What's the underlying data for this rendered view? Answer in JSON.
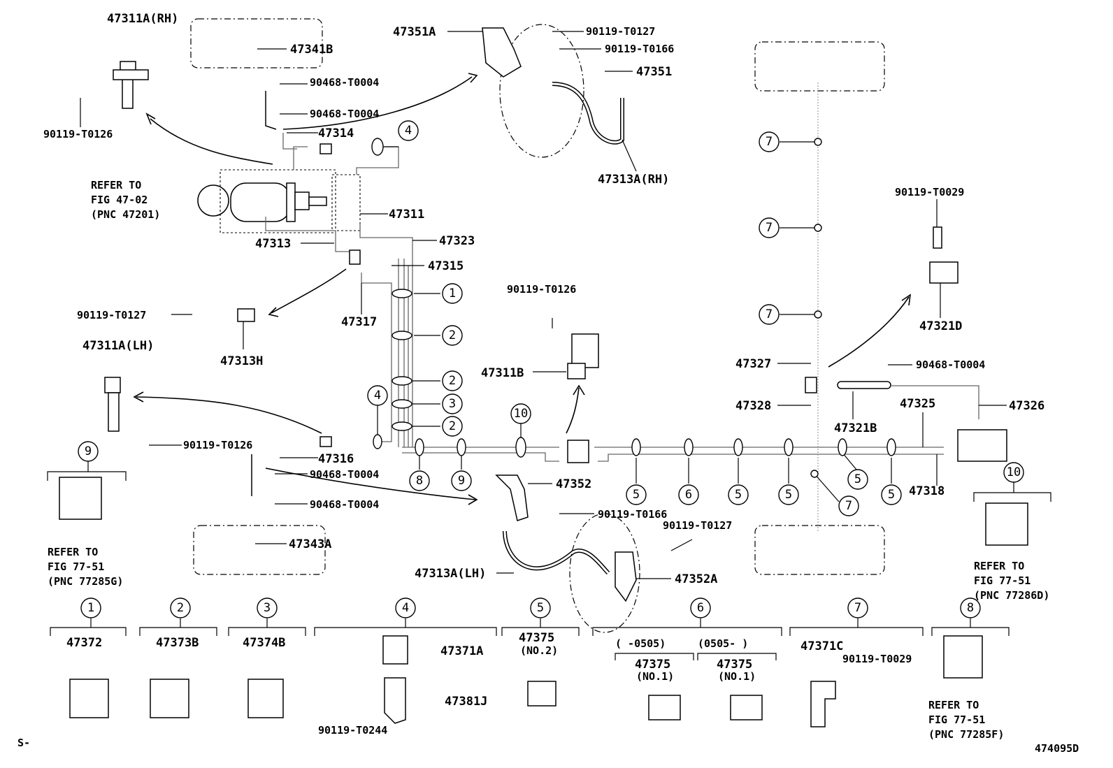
{
  "labels": {
    "l_47311a_rh": "47311A(RH)",
    "l_47341b": "47341B",
    "l_90468_1": "90468-T0004",
    "l_90468_2": "90468-T0004",
    "l_47314": "47314",
    "l_90119_t0126_a": "90119-T0126",
    "l_47351a": "47351A",
    "l_90119_t0127_a": "90119-T0127",
    "l_90119_t0166_a": "90119-T0166",
    "l_47351": "47351",
    "l_47313a_rh": "47313A(RH)",
    "l_47311": "47311",
    "l_47323": "47323",
    "l_47313": "47313",
    "l_47315": "47315",
    "l_47317": "47317",
    "l_90119_t0127_b": "90119-T0127",
    "l_47313h": "47313H",
    "l_47311a_lh": "47311A(LH)",
    "l_90119_t0126_b": "90119-T0126",
    "l_47316": "47316",
    "l_90468_3": "90468-T0004",
    "l_90468_4": "90468-T0004",
    "l_47343a": "47343A",
    "l_90119_t0126_c": "90119-T0126",
    "l_47311b": "47311B",
    "l_47352": "47352",
    "l_90119_t0166_b": "90119-T0166",
    "l_90119_t0127_c": "90119-T0127",
    "l_47313a_lh": "47313A(LH)",
    "l_47352a": "47352A",
    "l_90119_t0029_a": "90119-T0029",
    "l_47321d": "47321D",
    "l_47327": "47327",
    "l_90468_5": "90468-T0004",
    "l_47328": "47328",
    "l_47321b": "47321B",
    "l_47325": "47325",
    "l_47326": "47326",
    "l_47318": "47318",
    "l_47372": "47372",
    "l_47373b": "47373B",
    "l_47374b": "47374B",
    "l_47371a": "47371A",
    "l_47381j": "47381J",
    "l_90119_t0244": "90119-T0244",
    "l_47375_no2": "47375",
    "l_no2": "(NO.2)",
    "l_range_a": "(   -0505)",
    "l_range_b": "(0505-    )",
    "l_47375_a": "47375",
    "l_no1_a": "(NO.1)",
    "l_47375_b": "47375",
    "l_no1_b": "(NO.1)",
    "l_47371c": "47371C",
    "l_90119_t0029_b": "90119-T0029",
    "corner_left": "S-",
    "corner_right": "474095D"
  },
  "refer_notes": {
    "master_cyl": [
      "REFER TO",
      "FIG 47-02",
      "(PNC 47201)"
    ],
    "clip_9": [
      "REFER TO",
      "FIG 77-51",
      "(PNC 77285G)"
    ],
    "clip_10": [
      "REFER TO",
      "FIG 77-51",
      "(PNC 77286D)"
    ],
    "clip_8": [
      "REFER TO",
      "FIG 77-51",
      "(PNC 77285F)"
    ]
  },
  "callouts": {
    "c1a": "1",
    "c2a": "2",
    "c2b": "2",
    "c3a": "3",
    "c2c": "2",
    "c4a": "4",
    "c4b": "4",
    "c10a": "10",
    "c8a": "8",
    "c9a": "9",
    "c5a": "5",
    "c6a": "6",
    "c5b": "5",
    "c5c": "5",
    "c5d": "5",
    "c5e": "5",
    "c7a": "7",
    "c7b": "7",
    "c7c": "7",
    "c7d": "7",
    "c9b": "9",
    "c10b": "10",
    "k1": "1",
    "k2": "2",
    "k3": "3",
    "k4": "4",
    "k5": "5",
    "k6": "6",
    "k7": "7",
    "k8": "8"
  }
}
